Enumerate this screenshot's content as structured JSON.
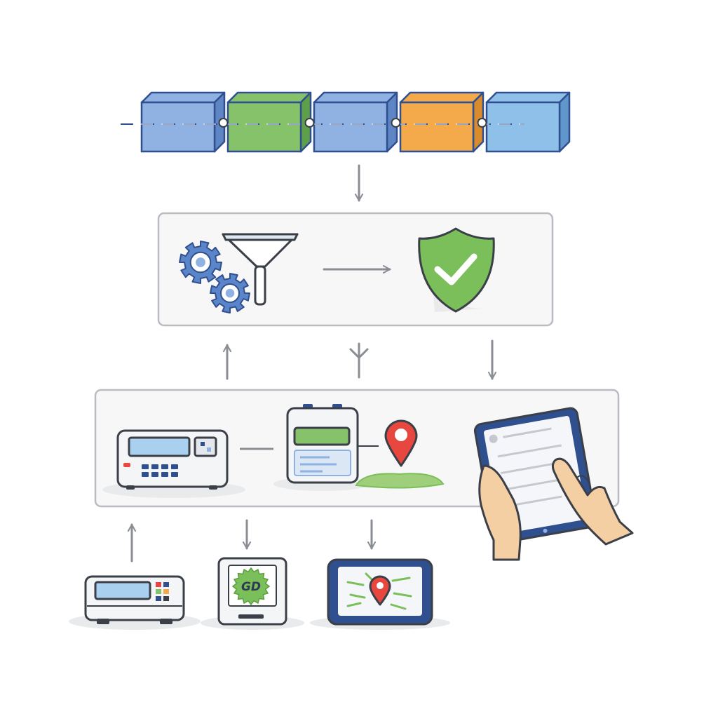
{
  "colors": {
    "block_blue": "#8fb2e3",
    "block_green": "#86c26a",
    "block_orange": "#f4a94a",
    "block_lightblue": "#8ec0ea",
    "outline": "#3b3f47",
    "navy": "#2f4f8f",
    "accent_green": "#7bbf5a",
    "pin_red": "#e8473f",
    "arrow_gray": "#8a8d93",
    "panel_border": "#b9bcc1",
    "panel_fill": "#f7f7f7",
    "skin": "#f5cfa4"
  },
  "chain": {
    "blocks": [
      "blue",
      "green",
      "blue",
      "orange",
      "lightblue"
    ]
  },
  "processing": {
    "icons": [
      "gear-icon",
      "funnel-icon",
      "arrow-right-icon",
      "shield-check-icon"
    ]
  },
  "devices": {
    "items": [
      "pos-terminal",
      "monitor-device",
      "location-pin",
      "tablet-in-hands"
    ]
  },
  "bottom": {
    "badge_text": "GD",
    "items": [
      "small-terminal",
      "certificate-device",
      "map-screen"
    ]
  }
}
